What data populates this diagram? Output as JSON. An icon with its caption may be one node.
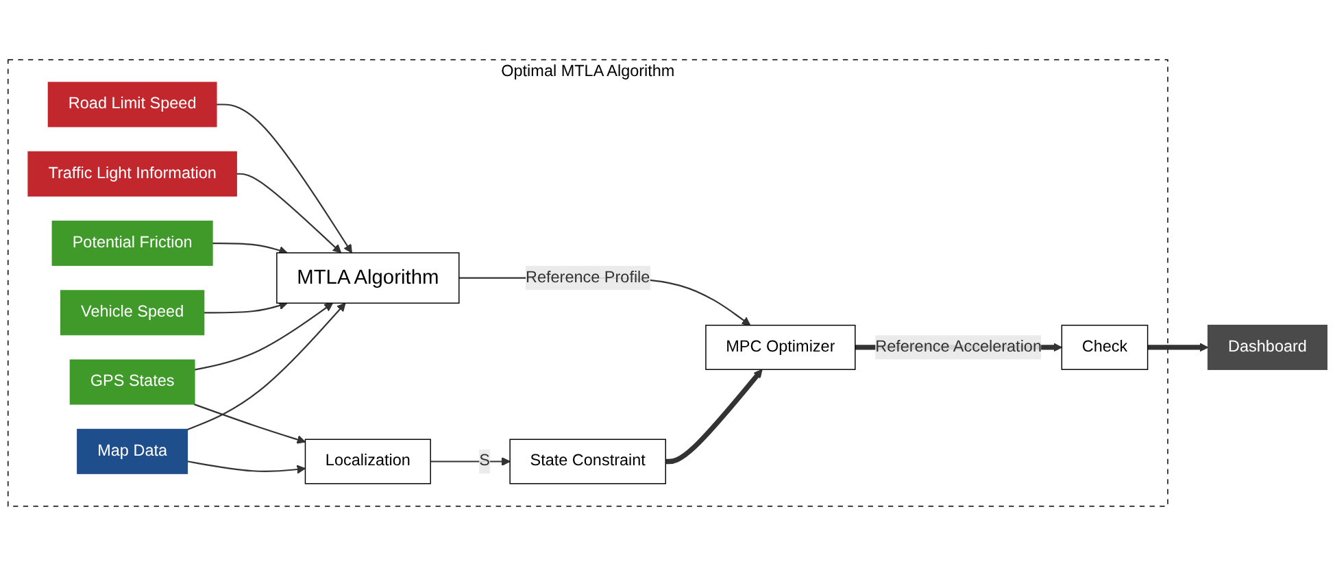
{
  "diagram": {
    "nodes": [
      {
        "text": [
          "Optimal MTLA Algorithm"
        ]
      },
      {
        "text": [
          "MTLA Algorithm"
        ],
        "in": 0
      },
      {
        "text": [
          "Road Limit Speed"
        ],
        "in": 0
      },
      {
        "text": [
          "Traffic Light Information"
        ],
        "in": 0
      },
      {
        "text": [
          "Potential Friction"
        ],
        "in": 0
      },
      {
        "text": [
          "Vehicle Speed"
        ],
        "in": 0
      },
      {
        "text": [
          "GPS States"
        ],
        "in": 0
      },
      {
        "text": [
          "Map Data"
        ],
        "in": 0
      },
      {
        "text": [
          "MPC Optimizer"
        ],
        "in": 0
      },
      {
        "text": [
          "Check"
        ],
        "in": 0
      },
      {
        "text": [
          "Localization"
        ],
        "in": 0
      },
      {
        "text": [
          "State Constraint"
        ],
        "in": 0
      },
      {
        "text": [
          "Dashboard"
        ]
      }
    ],
    "edges": [
      {
        "from": 2,
        "to": 1,
        "arrow": "to"
      },
      {
        "from": 3,
        "to": 1,
        "arrow": "to"
      },
      {
        "from": 4,
        "to": 1,
        "arrow": "to"
      },
      {
        "from": 5,
        "to": 1,
        "arrow": "to"
      },
      {
        "from": 6,
        "to": 1,
        "arrow": "to"
      },
      {
        "from": 7,
        "to": 1,
        "arrow": "to"
      },
      {
        "from": 1,
        "to": 8,
        "arrow": "to",
        "label": "Reference Profile"
      },
      {
        "from": 6,
        "to": 10,
        "arrow": "to"
      },
      {
        "from": 7,
        "to": 10,
        "arrow": "to"
      },
      {
        "from": 10,
        "to": 11,
        "arrow": "to",
        "label": "S"
      },
      {
        "from": 11,
        "to": 8,
        "arrow": "to",
        "style": "thick"
      },
      {
        "from": 8,
        "to": 9,
        "arrow": "to",
        "label": "Reference Acceleration",
        "style": "thick"
      },
      {
        "from": 9,
        "to": 12,
        "arrow": "to",
        "style": "thick"
      }
    ]
  }
}
